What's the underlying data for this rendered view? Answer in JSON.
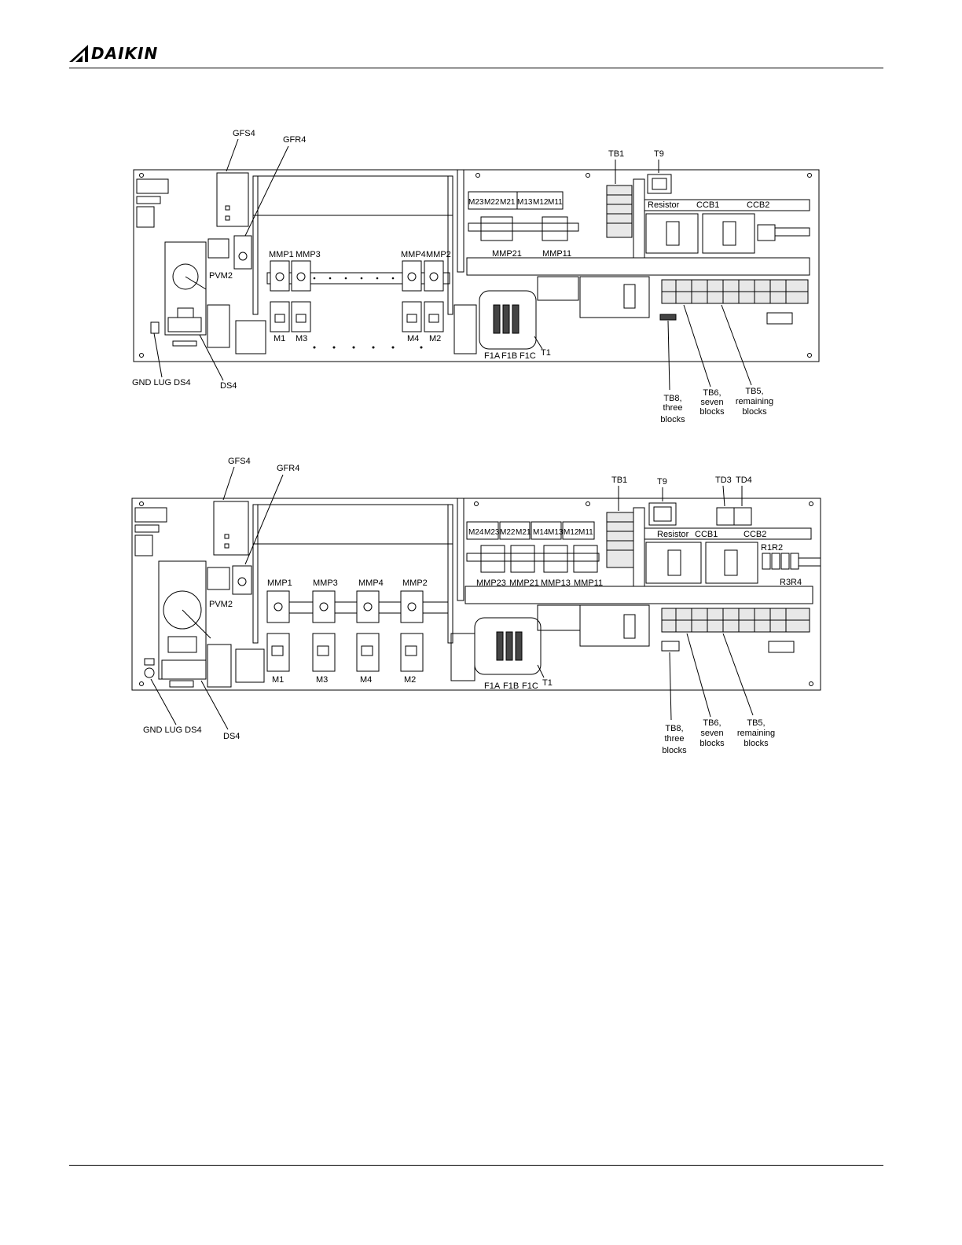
{
  "header": {
    "brand": "DAIKIN",
    "logo_icon": "daikin-delta-icon"
  },
  "diagrams": [
    {
      "labels": {
        "gfs": "GFS4",
        "gfr": "GFR4",
        "tb1": "TB1",
        "t9": "T9",
        "resistor": "Resistor",
        "ccb1": "CCB1",
        "ccb2": "CCB2",
        "pvm": "PVM2",
        "mmp1": "MMP1",
        "mmp3": "MMP3",
        "mmp4": "MMP4",
        "mmp2": "MMP2",
        "m1": "M1",
        "m3": "M3",
        "m4": "M4",
        "m2": "M2",
        "m23": "M23",
        "m22": "M22",
        "m21": "M21",
        "m13": "M13",
        "m12": "M12",
        "m11": "M11",
        "mmp21": "MMP21",
        "mmp11": "MMP11",
        "f1a": "F1A",
        "f1b": "F1B",
        "f1c": "F1C",
        "t1": "T1",
        "gnd": "GND LUG DS4",
        "ds4": "DS4",
        "tb8": [
          "TB8,",
          "three",
          "blocks"
        ],
        "tb6": [
          "TB6,",
          "seven",
          "blocks"
        ],
        "tb5": [
          "TB5,",
          "remaining",
          "blocks"
        ]
      }
    },
    {
      "labels": {
        "gfs": "GFS4",
        "gfr": "GFR4",
        "tb1": "TB1",
        "t9": "T9",
        "td3": "TD3",
        "td4": "TD4",
        "resistor": "Resistor",
        "ccb1": "CCB1",
        "ccb2": "CCB2",
        "r1r2": "R1R2",
        "r3r4": "R3R4",
        "pvm": "PVM2",
        "mmp1": "MMP1",
        "mmp3": "MMP3",
        "mmp4": "MMP4",
        "mmp2": "MMP2",
        "m1": "M1",
        "m3": "M3",
        "m4": "M4",
        "m2": "M2",
        "m24": "M24",
        "m23": "M23",
        "m22": "M22",
        "m21": "M21",
        "m14": "M14",
        "m13": "M13",
        "m12": "M12",
        "m11": "M11",
        "mmp23": "MMP23",
        "mmp21": "MMP21",
        "mmp13": "MMP13",
        "mmp11": "MMP11",
        "f1a": "F1A",
        "f1b": "F1B",
        "f1c": "F1C",
        "t1": "T1",
        "gnd": "GND LUG DS4",
        "ds4": "DS4",
        "tb8": [
          "TB8,",
          "three",
          "blocks"
        ],
        "tb6": [
          "TB6,",
          "seven",
          "blocks"
        ],
        "tb5": [
          "TB5,",
          "remaining",
          "blocks"
        ]
      }
    }
  ]
}
